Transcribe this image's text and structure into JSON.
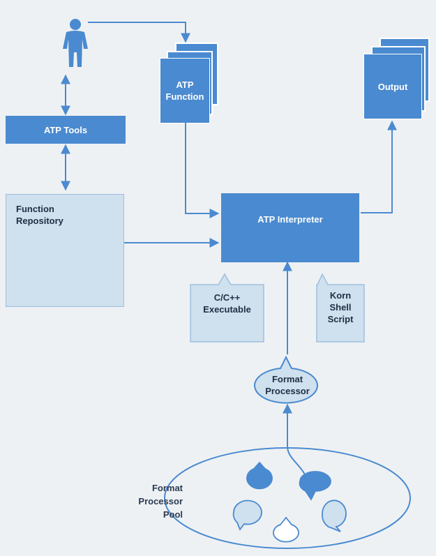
{
  "colors": {
    "primary_block": "#4a8ad0",
    "light_block": "#cfe0ee",
    "arrow": "#4a8ad0",
    "background": "#eef1f4"
  },
  "icons": {
    "user": "person-silhouette-icon",
    "tree": "tree-graph-icon",
    "ellipsis": "three-dots-icon"
  },
  "nodes": {
    "atp_tools": "ATP Tools",
    "atp_function": "ATP\nFunction",
    "output": "Output",
    "function_repository": "Function\nRepository",
    "atp_interpreter": "ATP Interpreter",
    "c_executable": "C/C++\nExecutable",
    "korn_shell_script": "Korn\nShell\nScript",
    "format_processor": "Format\nProcessor",
    "format_processor_pool": "Format\nProcessor\nPool"
  }
}
